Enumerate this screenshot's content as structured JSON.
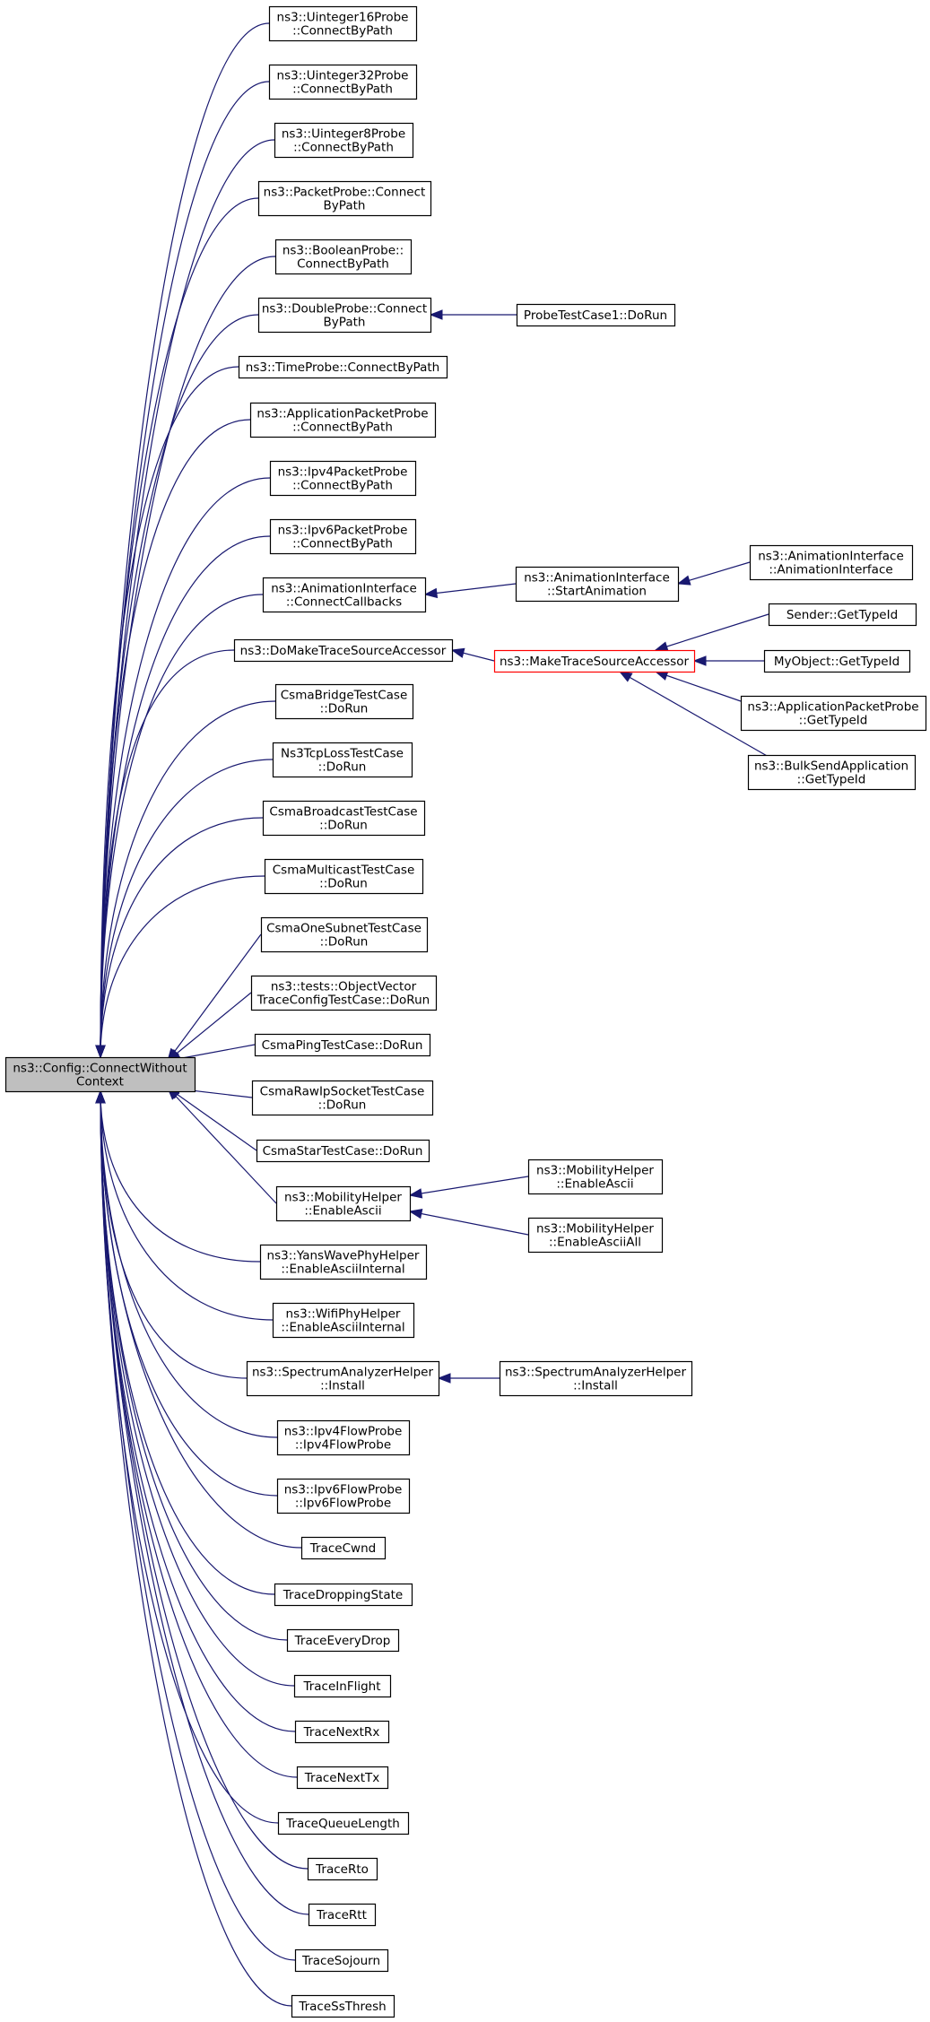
{
  "graph": {
    "colors": {
      "edge": "#191970",
      "node_border": "#000000",
      "root_fill": "#bfbfbf",
      "highlight_border": "#ff0000"
    },
    "root": {
      "id": "root",
      "lines": [
        "ns3::Config::ConnectWithout",
        "Context"
      ]
    },
    "nodes": [
      {
        "id": "u16",
        "lines": [
          "ns3::Uinteger16Probe",
          "::ConnectByPath"
        ]
      },
      {
        "id": "u32",
        "lines": [
          "ns3::Uinteger32Probe",
          "::ConnectByPath"
        ]
      },
      {
        "id": "u8",
        "lines": [
          "ns3::Uinteger8Probe",
          "::ConnectByPath"
        ]
      },
      {
        "id": "packetprobe",
        "lines": [
          "ns3::PacketProbe::Connect",
          "ByPath"
        ]
      },
      {
        "id": "booleanprobe",
        "lines": [
          "ns3::BooleanProbe::",
          "ConnectByPath"
        ]
      },
      {
        "id": "doubleprobe",
        "lines": [
          "ns3::DoubleProbe::Connect",
          "ByPath"
        ]
      },
      {
        "id": "probetestcase",
        "lines": [
          "ProbeTestCase1::DoRun"
        ]
      },
      {
        "id": "timeprobe",
        "lines": [
          "ns3::TimeProbe::ConnectByPath"
        ]
      },
      {
        "id": "apppacketprobe",
        "lines": [
          "ns3::ApplicationPacketProbe",
          "::ConnectByPath"
        ]
      },
      {
        "id": "ipv4packetprobe",
        "lines": [
          "ns3::Ipv4PacketProbe",
          "::ConnectByPath"
        ]
      },
      {
        "id": "ipv6packetprobe",
        "lines": [
          "ns3::Ipv6PacketProbe",
          "::ConnectByPath"
        ]
      },
      {
        "id": "anim_connect",
        "lines": [
          "ns3::AnimationInterface",
          "::ConnectCallbacks"
        ]
      },
      {
        "id": "anim_start",
        "lines": [
          "ns3::AnimationInterface",
          "::StartAnimation"
        ]
      },
      {
        "id": "anim_ctor",
        "lines": [
          "ns3::AnimationInterface",
          "::AnimationInterface"
        ]
      },
      {
        "id": "domake",
        "lines": [
          "ns3::DoMakeTraceSourceAccessor"
        ]
      },
      {
        "id": "make",
        "lines": [
          "ns3::MakeTraceSourceAccessor"
        ]
      },
      {
        "id": "sender",
        "lines": [
          "Sender::GetTypeId"
        ]
      },
      {
        "id": "myobject",
        "lines": [
          "MyObject::GetTypeId"
        ]
      },
      {
        "id": "appprobe_typeid",
        "lines": [
          "ns3::ApplicationPacketProbe",
          "::GetTypeId"
        ]
      },
      {
        "id": "bulksend",
        "lines": [
          "ns3::BulkSendApplication",
          "::GetTypeId"
        ]
      },
      {
        "id": "csmabridge",
        "lines": [
          "CsmaBridgeTestCase",
          "::DoRun"
        ]
      },
      {
        "id": "tcploss",
        "lines": [
          "Ns3TcpLossTestCase",
          "::DoRun"
        ]
      },
      {
        "id": "csmabroadcast",
        "lines": [
          "CsmaBroadcastTestCase",
          "::DoRun"
        ]
      },
      {
        "id": "csmamulticast",
        "lines": [
          "CsmaMulticastTestCase",
          "::DoRun"
        ]
      },
      {
        "id": "csmaonesubnet",
        "lines": [
          "CsmaOneSubnetTestCase",
          "::DoRun"
        ]
      },
      {
        "id": "objvector",
        "lines": [
          "ns3::tests::ObjectVector",
          "TraceConfigTestCase::DoRun"
        ]
      },
      {
        "id": "csmaping",
        "lines": [
          "CsmaPingTestCase::DoRun"
        ]
      },
      {
        "id": "csmarawip",
        "lines": [
          "CsmaRawIpSocketTestCase",
          "::DoRun"
        ]
      },
      {
        "id": "csmastar",
        "lines": [
          "CsmaStarTestCase::DoRun"
        ]
      },
      {
        "id": "mob_ascii",
        "lines": [
          "ns3::MobilityHelper",
          "::EnableAscii"
        ]
      },
      {
        "id": "mob_ascii2",
        "lines": [
          "ns3::MobilityHelper",
          "::EnableAscii"
        ]
      },
      {
        "id": "mob_asciiall",
        "lines": [
          "ns3::MobilityHelper",
          "::EnableAsciiAll"
        ]
      },
      {
        "id": "yanswave",
        "lines": [
          "ns3::YansWavePhyHelper",
          "::EnableAsciiInternal"
        ]
      },
      {
        "id": "wifiphy",
        "lines": [
          "ns3::WifiPhyHelper",
          "::EnableAsciiInternal"
        ]
      },
      {
        "id": "spectrum1",
        "lines": [
          "ns3::SpectrumAnalyzerHelper",
          "::Install"
        ]
      },
      {
        "id": "spectrum2",
        "lines": [
          "ns3::SpectrumAnalyzerHelper",
          "::Install"
        ]
      },
      {
        "id": "ipv4flow",
        "lines": [
          "ns3::Ipv4FlowProbe",
          "::Ipv4FlowProbe"
        ]
      },
      {
        "id": "ipv6flow",
        "lines": [
          "ns3::Ipv6FlowProbe",
          "::Ipv6FlowProbe"
        ]
      },
      {
        "id": "tracecwnd",
        "lines": [
          "TraceCwnd"
        ]
      },
      {
        "id": "tracedropping",
        "lines": [
          "TraceDroppingState"
        ]
      },
      {
        "id": "traceeverydrop",
        "lines": [
          "TraceEveryDrop"
        ]
      },
      {
        "id": "traceinflight",
        "lines": [
          "TraceInFlight"
        ]
      },
      {
        "id": "tracenextrx",
        "lines": [
          "TraceNextRx"
        ]
      },
      {
        "id": "tracenexttx",
        "lines": [
          "TraceNextTx"
        ]
      },
      {
        "id": "tracequeue",
        "lines": [
          "TraceQueueLength"
        ]
      },
      {
        "id": "tracerto",
        "lines": [
          "TraceRto"
        ]
      },
      {
        "id": "tracertt",
        "lines": [
          "TraceRtt"
        ]
      },
      {
        "id": "tracesojourn",
        "lines": [
          "TraceSojourn"
        ]
      },
      {
        "id": "tracessthresh",
        "lines": [
          "TraceSsThresh"
        ]
      }
    ],
    "edges": [
      [
        "probetestcase",
        "doubleprobe"
      ],
      [
        "anim_start",
        "anim_connect"
      ],
      [
        "anim_ctor",
        "anim_start"
      ],
      [
        "make",
        "domake"
      ],
      [
        "sender",
        "make"
      ],
      [
        "myobject",
        "make"
      ],
      [
        "appprobe_typeid",
        "make"
      ],
      [
        "bulksend",
        "make"
      ],
      [
        "mob_ascii2",
        "mob_ascii"
      ],
      [
        "mob_asciiall",
        "mob_ascii"
      ],
      [
        "spectrum2",
        "spectrum1"
      ]
    ]
  }
}
